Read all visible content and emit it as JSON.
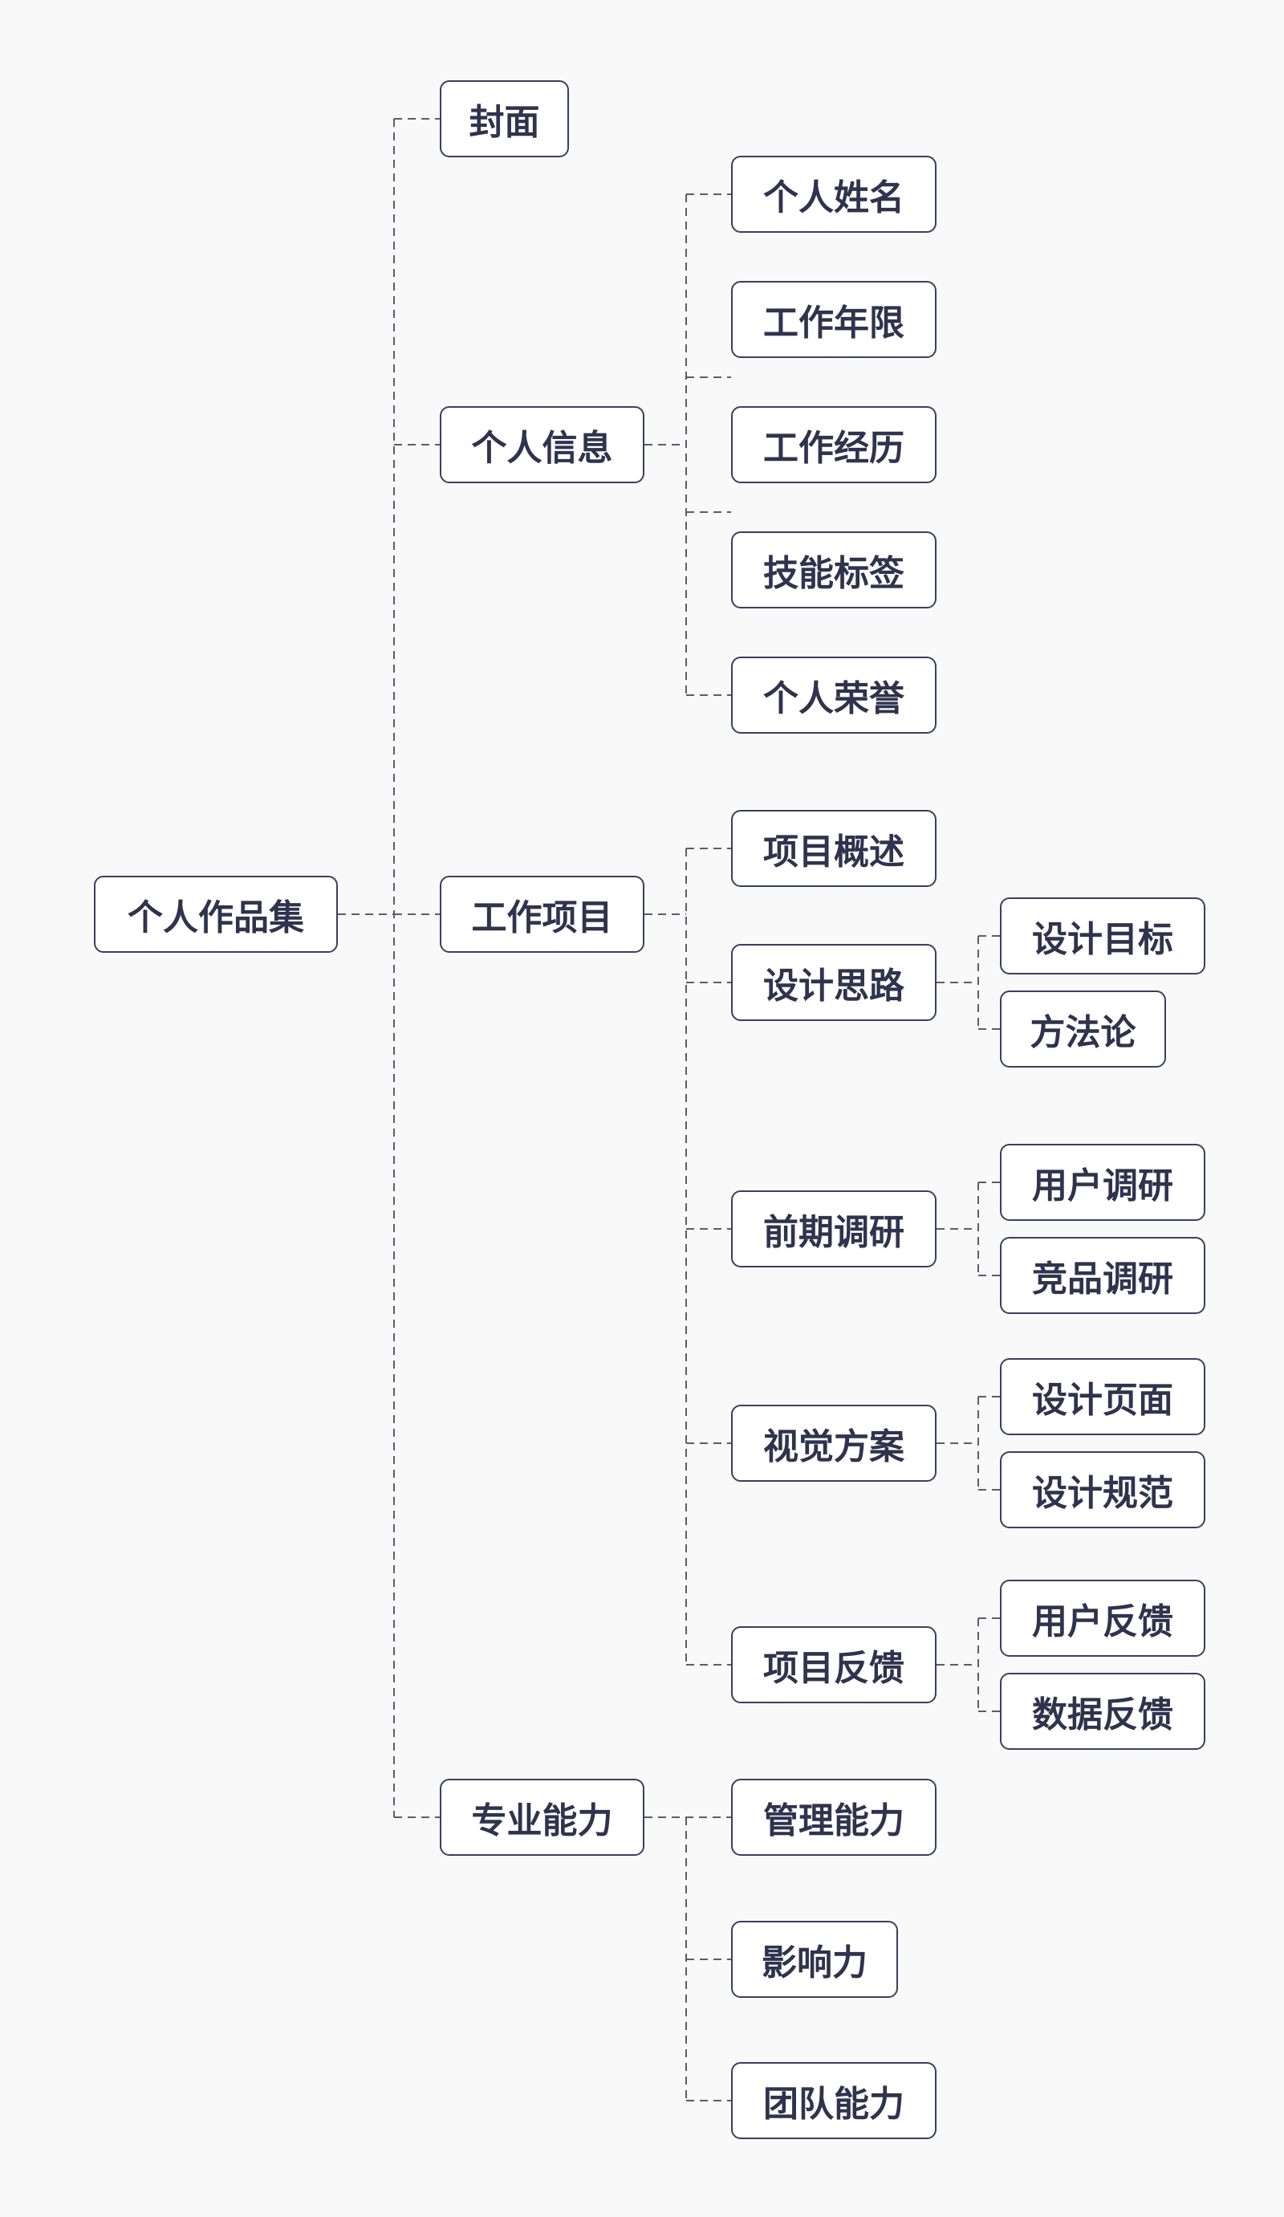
{
  "colors": {
    "background": "#f9f9fa",
    "node_border": "#3b3f5c",
    "node_text": "#2f334d",
    "connector": "#5a5d70"
  },
  "mindmap": {
    "root": "个人作品集",
    "branches": [
      {
        "label": "封面",
        "children": []
      },
      {
        "label": "个人信息",
        "children": [
          {
            "label": "个人姓名"
          },
          {
            "label": "工作年限"
          },
          {
            "label": "工作经历"
          },
          {
            "label": "技能标签"
          },
          {
            "label": "个人荣誉"
          }
        ]
      },
      {
        "label": "工作项目",
        "children": [
          {
            "label": "项目概述"
          },
          {
            "label": "设计思路",
            "children": [
              {
                "label": "设计目标"
              },
              {
                "label": "方法论"
              }
            ]
          },
          {
            "label": "前期调研",
            "children": [
              {
                "label": "用户调研"
              },
              {
                "label": "竞品调研"
              }
            ]
          },
          {
            "label": "视觉方案",
            "children": [
              {
                "label": "设计页面"
              },
              {
                "label": "设计规范"
              }
            ]
          },
          {
            "label": "项目反馈",
            "children": [
              {
                "label": "用户反馈"
              },
              {
                "label": "数据反馈"
              }
            ]
          }
        ]
      },
      {
        "label": "专业能力",
        "children": [
          {
            "label": "管理能力"
          },
          {
            "label": "影响力"
          },
          {
            "label": "团队能力"
          }
        ]
      }
    ]
  }
}
